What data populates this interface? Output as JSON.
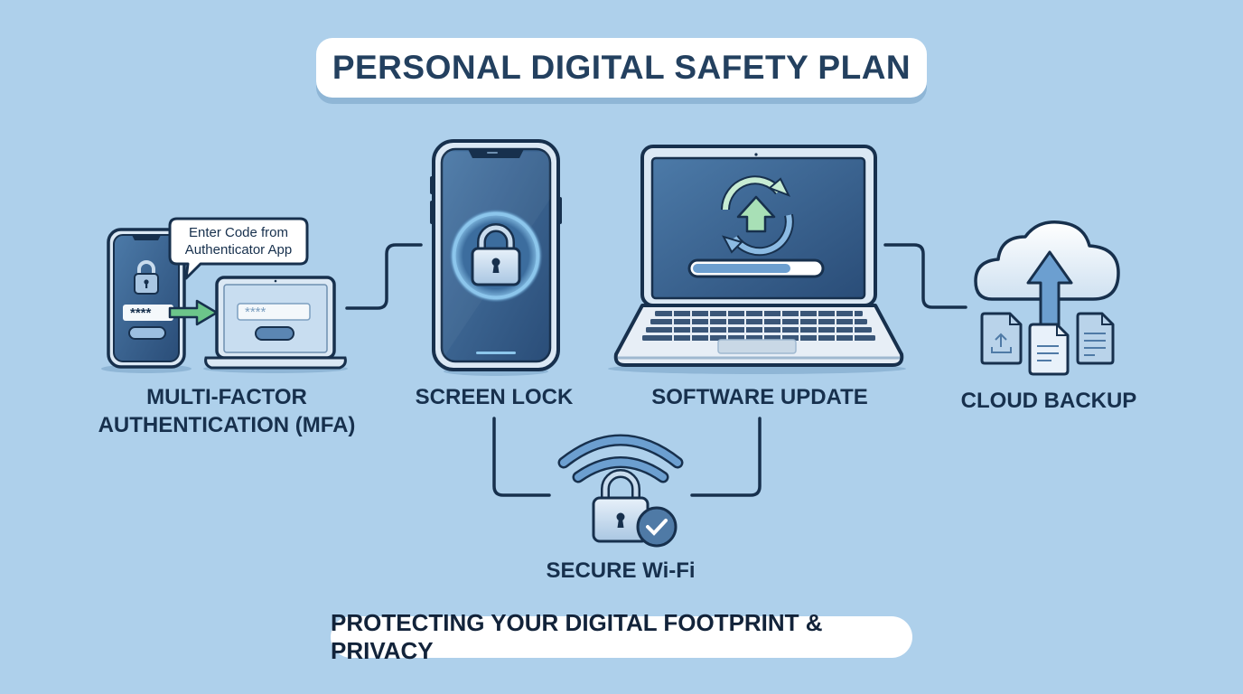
{
  "header": {
    "title": "PERSONAL DIGITAL SAFETY PLAN"
  },
  "footer": {
    "tagline": "PROTECTING YOUR DIGITAL FOOTPRINT & PRIVACY"
  },
  "nodes": [
    {
      "id": "mfa",
      "label_line1": "MULTI-FACTOR",
      "label_line2": "AUTHENTICATION (MFA)",
      "icon": "phone-and-laptop-mfa-icon",
      "bubble_line1": "Enter Code from",
      "bubble_line2": "Authenticator App",
      "phone_code": "****",
      "laptop_code": "****"
    },
    {
      "id": "screen-lock",
      "label": "SCREEN LOCK",
      "icon": "phone-padlock-icon"
    },
    {
      "id": "software-update",
      "label": "SOFTWARE UPDATE",
      "icon": "laptop-update-icon",
      "progress_percent": 75
    },
    {
      "id": "cloud-backup",
      "label": "CLOUD BACKUP",
      "icon": "cloud-upload-documents-icon"
    },
    {
      "id": "secure-wifi",
      "label": "SECURE Wi-Fi",
      "icon": "wifi-padlock-check-icon"
    }
  ],
  "colors": {
    "background": "#aed0eb",
    "navy": "#17304d",
    "device_screen": "#3b6390",
    "accent_green": "#6cc58a",
    "light_fill": "#dde9f4",
    "pill_white": "#ffffff"
  }
}
